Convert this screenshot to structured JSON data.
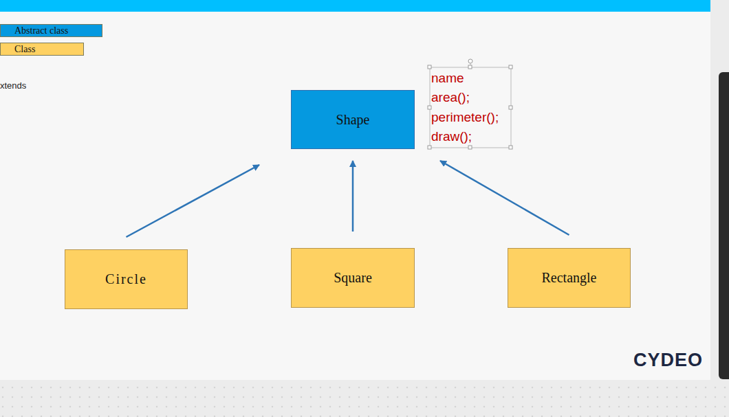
{
  "diagram": {
    "nodes": [
      {
        "text": [
          "Shape"
        ]
      },
      {
        "text": [
          "Circle"
        ]
      },
      {
        "text": [
          "Square"
        ]
      },
      {
        "text": [
          "Rectangle"
        ]
      }
    ],
    "edges": [
      {
        "from": 1,
        "to": 0,
        "arrow": "to"
      },
      {
        "from": 2,
        "to": 0,
        "arrow": "to"
      },
      {
        "from": 3,
        "to": 0,
        "arrow": "to"
      }
    ],
    "labels": [
      "xtends",
      "name",
      "area();",
      "perimeter();",
      "draw();",
      "CYDEO"
    ],
    "legend": [
      {
        "text": "Abstract class",
        "color": "#0599e0"
      },
      {
        "text": "Class",
        "color": "#fed162"
      }
    ]
  }
}
